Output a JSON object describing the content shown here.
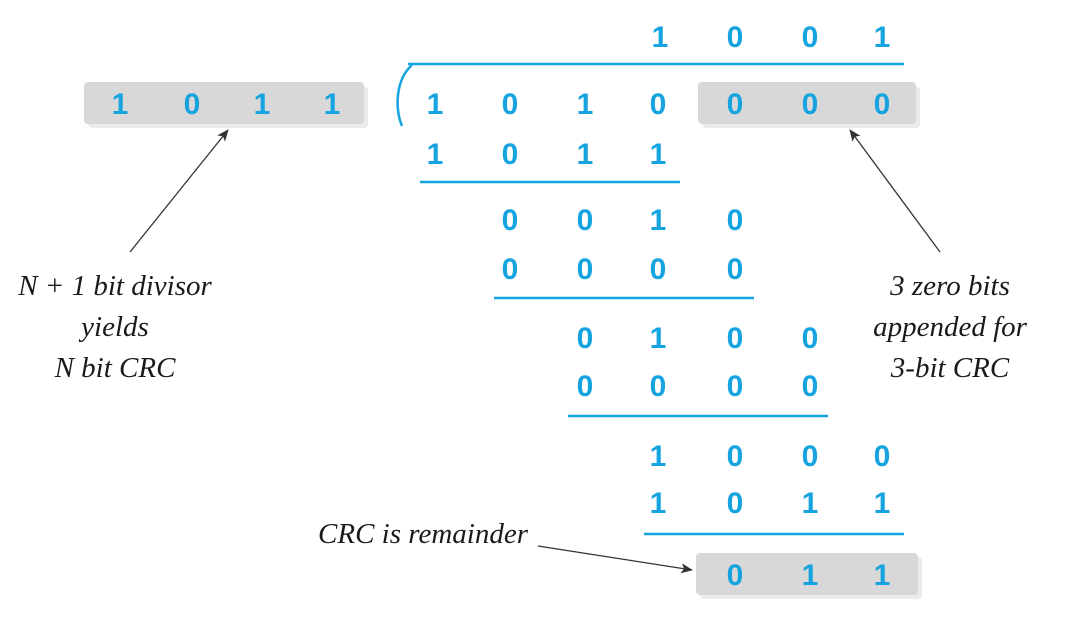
{
  "colors": {
    "bits": "#16A4E0",
    "rules": "#16A4E0",
    "shade": "#D8D8D8",
    "shade_shadow": "#EBEBEB",
    "note_text": "#1a1a1a",
    "arrow": "#333333"
  },
  "quotient": [
    "1",
    "0",
    "0",
    "1"
  ],
  "divisor": [
    "1",
    "0",
    "1",
    "1"
  ],
  "dividend": {
    "message": [
      "1",
      "0",
      "1",
      "0"
    ],
    "appended_zeros": [
      "0",
      "0",
      "0"
    ]
  },
  "steps": [
    {
      "subtrahend": [
        "1",
        "0",
        "1",
        "1"
      ]
    },
    {
      "remainder": [
        "0",
        "0",
        "1",
        "0"
      ],
      "subtrahend": [
        "0",
        "0",
        "0",
        "0"
      ]
    },
    {
      "remainder": [
        "0",
        "1",
        "0",
        "0"
      ],
      "subtrahend": [
        "0",
        "0",
        "0",
        "0"
      ]
    },
    {
      "remainder": [
        "1",
        "0",
        "0",
        "0"
      ],
      "subtrahend": [
        "1",
        "0",
        "1",
        "1"
      ]
    }
  ],
  "crc": [
    "0",
    "1",
    "1"
  ],
  "annotations": {
    "divisor_note": [
      "N + 1 bit divisor",
      "yields",
      "N bit CRC"
    ],
    "zeros_note": [
      "3 zero bits",
      "appended for",
      "3-bit CRC"
    ],
    "remainder_note": "CRC is remainder"
  }
}
